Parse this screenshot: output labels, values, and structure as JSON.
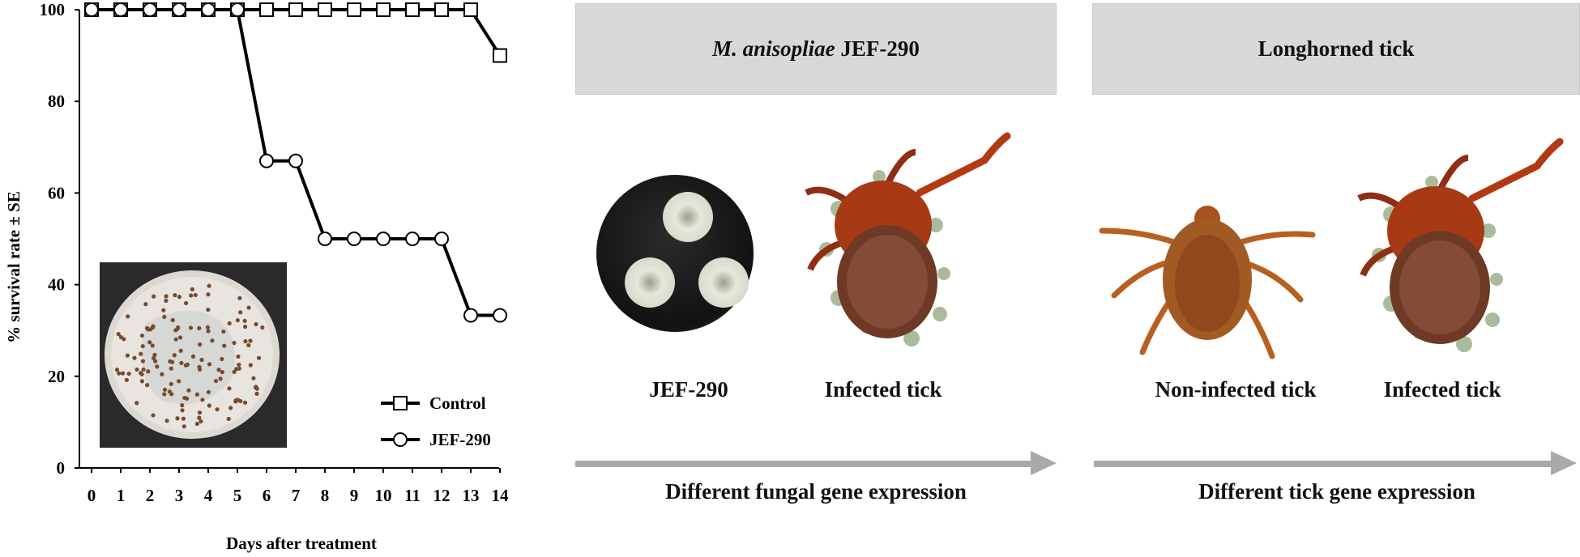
{
  "chart_data": {
    "type": "line",
    "x": [
      0,
      1,
      2,
      3,
      4,
      5,
      6,
      7,
      8,
      9,
      10,
      11,
      12,
      13,
      14
    ],
    "xticks": [
      "0",
      "1",
      "2",
      "3",
      "4",
      "5",
      "6",
      "7",
      "8",
      "9",
      "10",
      "11",
      "12",
      "13",
      "14"
    ],
    "ylim": [
      0,
      100
    ],
    "yticks": [
      "0",
      "20",
      "40",
      "60",
      "80",
      "100"
    ],
    "ylabel": "% survival rate ± SE",
    "xlabel": "Days after treatment",
    "legend_position": "bottom-right",
    "series": [
      {
        "name": "Control",
        "marker": "square",
        "values": [
          100,
          100,
          100,
          100,
          100,
          100,
          100,
          100,
          100,
          100,
          100,
          100,
          100,
          100,
          90
        ]
      },
      {
        "name": "JEF-290",
        "marker": "circle",
        "values": [
          100,
          100,
          100,
          100,
          100,
          100,
          67,
          67,
          50,
          50,
          50,
          50,
          50,
          33.3,
          33.3
        ]
      }
    ]
  },
  "panels": {
    "fungus_banner": {
      "italic": "M. anisopliae",
      "rest": " JEF-290"
    },
    "tick_banner": "Longhorned tick",
    "captions": [
      "JEF-290",
      "Infected tick",
      "Non-infected tick",
      "Infected tick"
    ],
    "arrow_left_label": "Different fungal gene expression",
    "arrow_right_label": "Different tick gene expression"
  },
  "colors": {
    "arrow": "#a9a9a9",
    "banner": "#d8d8d8",
    "tick_body": "#9a3b16",
    "fungus": "#9bb08a"
  }
}
